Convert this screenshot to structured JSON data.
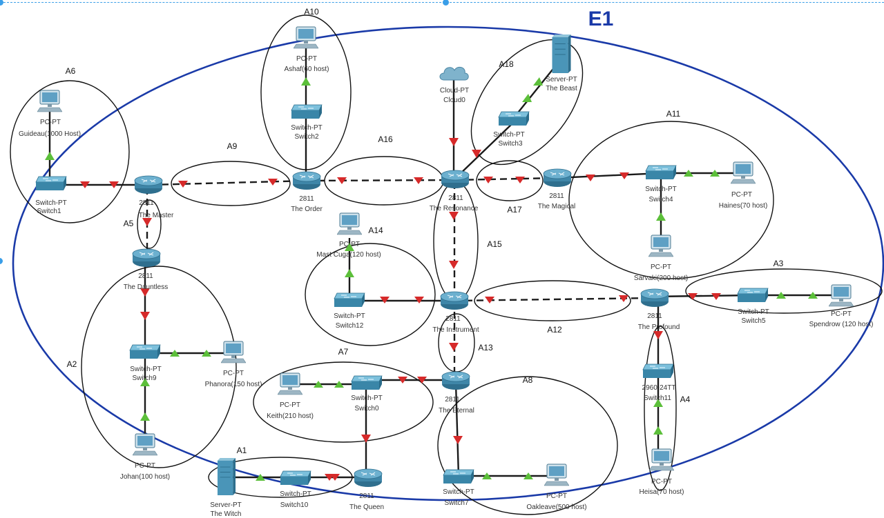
{
  "title": "E1",
  "colors": {
    "link": "#1a1a1a",
    "arrow_red": "#d62a2a",
    "arrow_green": "#5cbf3a",
    "router_fill": "#4a8eb0",
    "switch_fill": "#3d8aa8",
    "pc_screen": "#6fa8c8",
    "outer_ellipse": "#1a3aa8",
    "top_dashed_line": "#3a9ee8"
  },
  "areas": [
    "A1",
    "A2",
    "A3",
    "A4",
    "A5",
    "A6",
    "A7",
    "A8",
    "A9",
    "A10",
    "A11",
    "A12",
    "A13",
    "A14",
    "A15",
    "A16",
    "A17",
    "A18"
  ],
  "devices": {
    "cloud0": {
      "type": "Cloud-PT",
      "name": "Cloud0",
      "icon": "cloud-icon"
    },
    "server_beast": {
      "type": "Server-PT",
      "name": "The Beast",
      "icon": "server-icon"
    },
    "server_witch": {
      "type": "Server-PT",
      "name": "The Witch",
      "icon": "server-icon"
    },
    "router_master": {
      "type": "2811",
      "name": "The Master",
      "icon": "router-icon"
    },
    "router_order": {
      "type": "2811",
      "name": "The Order",
      "icon": "router-icon"
    },
    "router_resonance": {
      "type": "2811",
      "name": "The Resonance",
      "icon": "router-icon"
    },
    "router_magical": {
      "type": "2811",
      "name": "The Magical",
      "icon": "router-icon"
    },
    "router_dauntless": {
      "type": "2811",
      "name": "The Dauntless",
      "icon": "router-icon"
    },
    "router_instrument": {
      "type": "2811",
      "name": "The Instrument",
      "icon": "router-icon"
    },
    "router_profound": {
      "type": "2811",
      "name": "The Profound",
      "icon": "router-icon"
    },
    "router_eternal": {
      "type": "2811",
      "name": "The Eternal",
      "icon": "router-icon"
    },
    "router_queen": {
      "type": "2811",
      "name": "The Queen",
      "icon": "router-icon"
    },
    "switch1": {
      "type": "Switch-PT",
      "name": "Switch1",
      "icon": "switch-icon"
    },
    "switch2": {
      "type": "Switch-PT",
      "name": "Switch2",
      "icon": "switch-icon"
    },
    "switch3": {
      "type": "Switch-PT",
      "name": "Switch3",
      "icon": "switch-icon"
    },
    "switch4": {
      "type": "Switch-PT",
      "name": "Switch4",
      "icon": "switch-icon"
    },
    "switch5": {
      "type": "Switch-PT",
      "name": "Switch5",
      "icon": "switch-icon"
    },
    "switch9": {
      "type": "Switch-PT",
      "name": "Switch9",
      "icon": "switch-icon"
    },
    "switch12": {
      "type": "Switch-PT",
      "name": "Switch12",
      "icon": "switch-icon"
    },
    "switch0": {
      "type": "Switch-PT",
      "name": "Switch0",
      "icon": "switch-icon"
    },
    "switch10": {
      "type": "Switch-PT",
      "name": "Switch10",
      "icon": "switch-icon"
    },
    "switch7": {
      "type": "Switch-PT",
      "name": "Switch7",
      "icon": "switch-icon"
    },
    "switch11": {
      "type": "2960-24TT",
      "name": "Switch11",
      "icon": "switch-icon"
    },
    "pc_guideau": {
      "type": "PC-PT",
      "name": "Guideau(1000 Host)",
      "icon": "pc-icon"
    },
    "pc_ashaf": {
      "type": "PC-PT",
      "name": "Ashaf(60 host)",
      "icon": "pc-icon"
    },
    "pc_haines": {
      "type": "PC-PT",
      "name": "Haines(70 host)",
      "icon": "pc-icon"
    },
    "pc_sarvaki": {
      "type": "PC-PT",
      "name": "Sarvaki(200 host)",
      "icon": "pc-icon"
    },
    "pc_spendrow": {
      "type": "PC-PT",
      "name": "Spendrow (120 host)",
      "icon": "pc-icon"
    },
    "pc_mastcuga": {
      "type": "PC-PT",
      "name": "Mast Cuga(120 host)",
      "icon": "pc-icon"
    },
    "pc_phanora": {
      "type": "PC-PT",
      "name": "Phanora(150 host)",
      "icon": "pc-icon"
    },
    "pc_keith": {
      "type": "PC-PT",
      "name": "Keith(210 host)",
      "icon": "pc-icon"
    },
    "pc_johan": {
      "type": "PC-PT",
      "name": "Johan(100 host)",
      "icon": "pc-icon"
    },
    "pc_oakleave": {
      "type": "PC-PT",
      "name": "Oakleave(500 host)",
      "icon": "pc-icon"
    },
    "pc_heisa": {
      "type": "PC-PT",
      "name": "Heisa(70 host)",
      "icon": "pc-icon"
    }
  }
}
